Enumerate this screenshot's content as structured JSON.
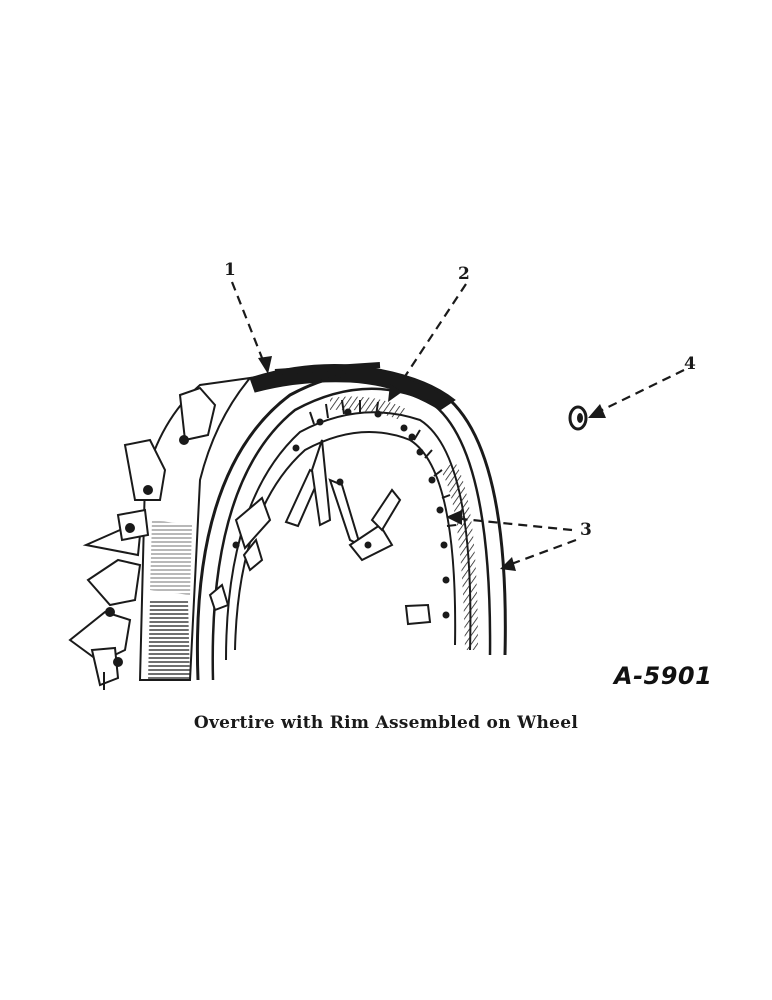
{
  "diagram": {
    "callouts": [
      {
        "id": "1",
        "label": "1"
      },
      {
        "id": "2",
        "label": "2"
      },
      {
        "id": "3",
        "label": "3"
      },
      {
        "id": "4",
        "label": "4"
      }
    ],
    "figure_code": "A-5901",
    "caption": "Overtire with Rim Assembled on Wheel",
    "ink_color": "#1a1a1a",
    "background_color": "#ffffff"
  }
}
